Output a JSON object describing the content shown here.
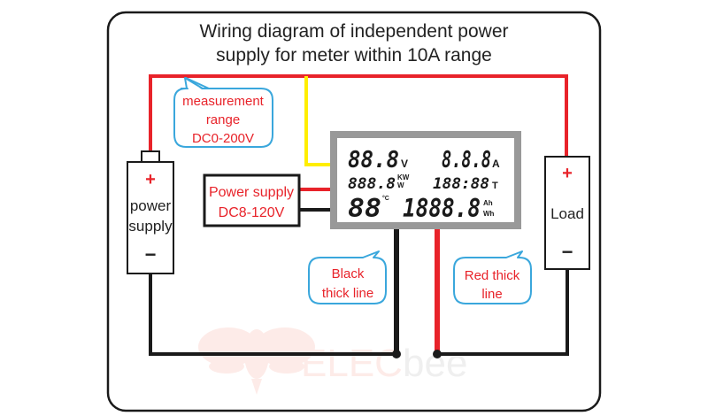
{
  "title": {
    "line1": "Wiring diagram of independent power",
    "line2": "supply for meter within 10A range"
  },
  "callouts": {
    "measurement": {
      "line1": "measurement",
      "line2": "range",
      "line3": "DC0-200V"
    },
    "black_line": {
      "line1": "Black",
      "line2": "thick line"
    },
    "red_line": {
      "line1": "Red thick",
      "line2": "line"
    }
  },
  "power_supply_box": {
    "line1": "Power supply",
    "line2": "DC8-120V"
  },
  "battery": {
    "plus": "+",
    "line1": "power",
    "line2": "supply",
    "minus": "−"
  },
  "load": {
    "plus": "+",
    "label": "Load",
    "minus": "−"
  },
  "meter_display": {
    "row1_left": "88.8",
    "row1_left_unit": "V",
    "row1_right": "8.8.8",
    "row1_right_unit": "A",
    "row2_left": "888.8",
    "row2_left_unit_top": "KW",
    "row2_left_unit_bottom": "W",
    "row2_right": "188:88",
    "row2_right_unit": "T",
    "row3_left": "88",
    "row3_left_unit": "°C",
    "row3_right": "1888.8",
    "row3_right_unit_top": "Ah",
    "row3_right_unit_bottom": "Wh"
  },
  "watermark": {
    "brand_part1": "ELEC",
    "brand_part2": "bee"
  },
  "colors": {
    "red_wire": "#e8232a",
    "black_wire": "#1a1a1a",
    "yellow_wire": "#ffee00",
    "callout_border": "#3aa7dc",
    "meter_bezel": "#999999"
  }
}
